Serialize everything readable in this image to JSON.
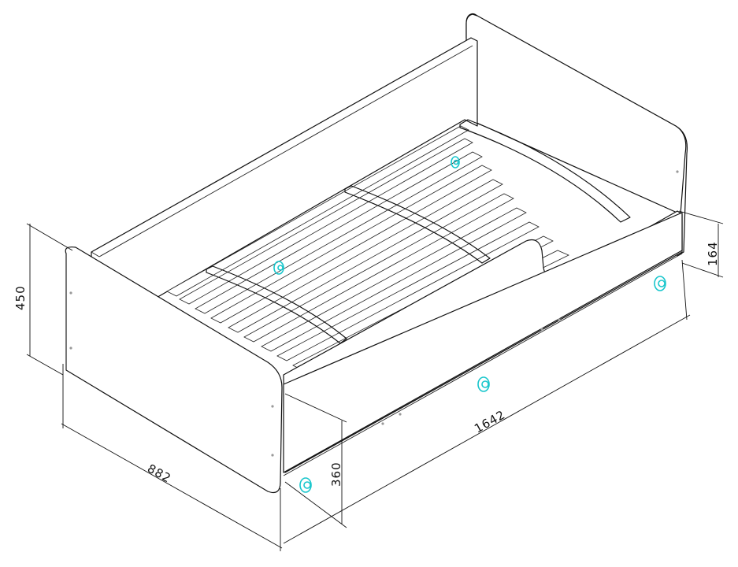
{
  "diagram": {
    "subject": "children's bed with slatted base and pull-out drawer on wheels",
    "dimensions": {
      "height": "450",
      "width": "882",
      "length": "1642",
      "drawer_height": "360",
      "side_height": "164"
    },
    "colors": {
      "outline": "#111111",
      "wheels": "#18c6cc",
      "background": "#ffffff"
    }
  }
}
